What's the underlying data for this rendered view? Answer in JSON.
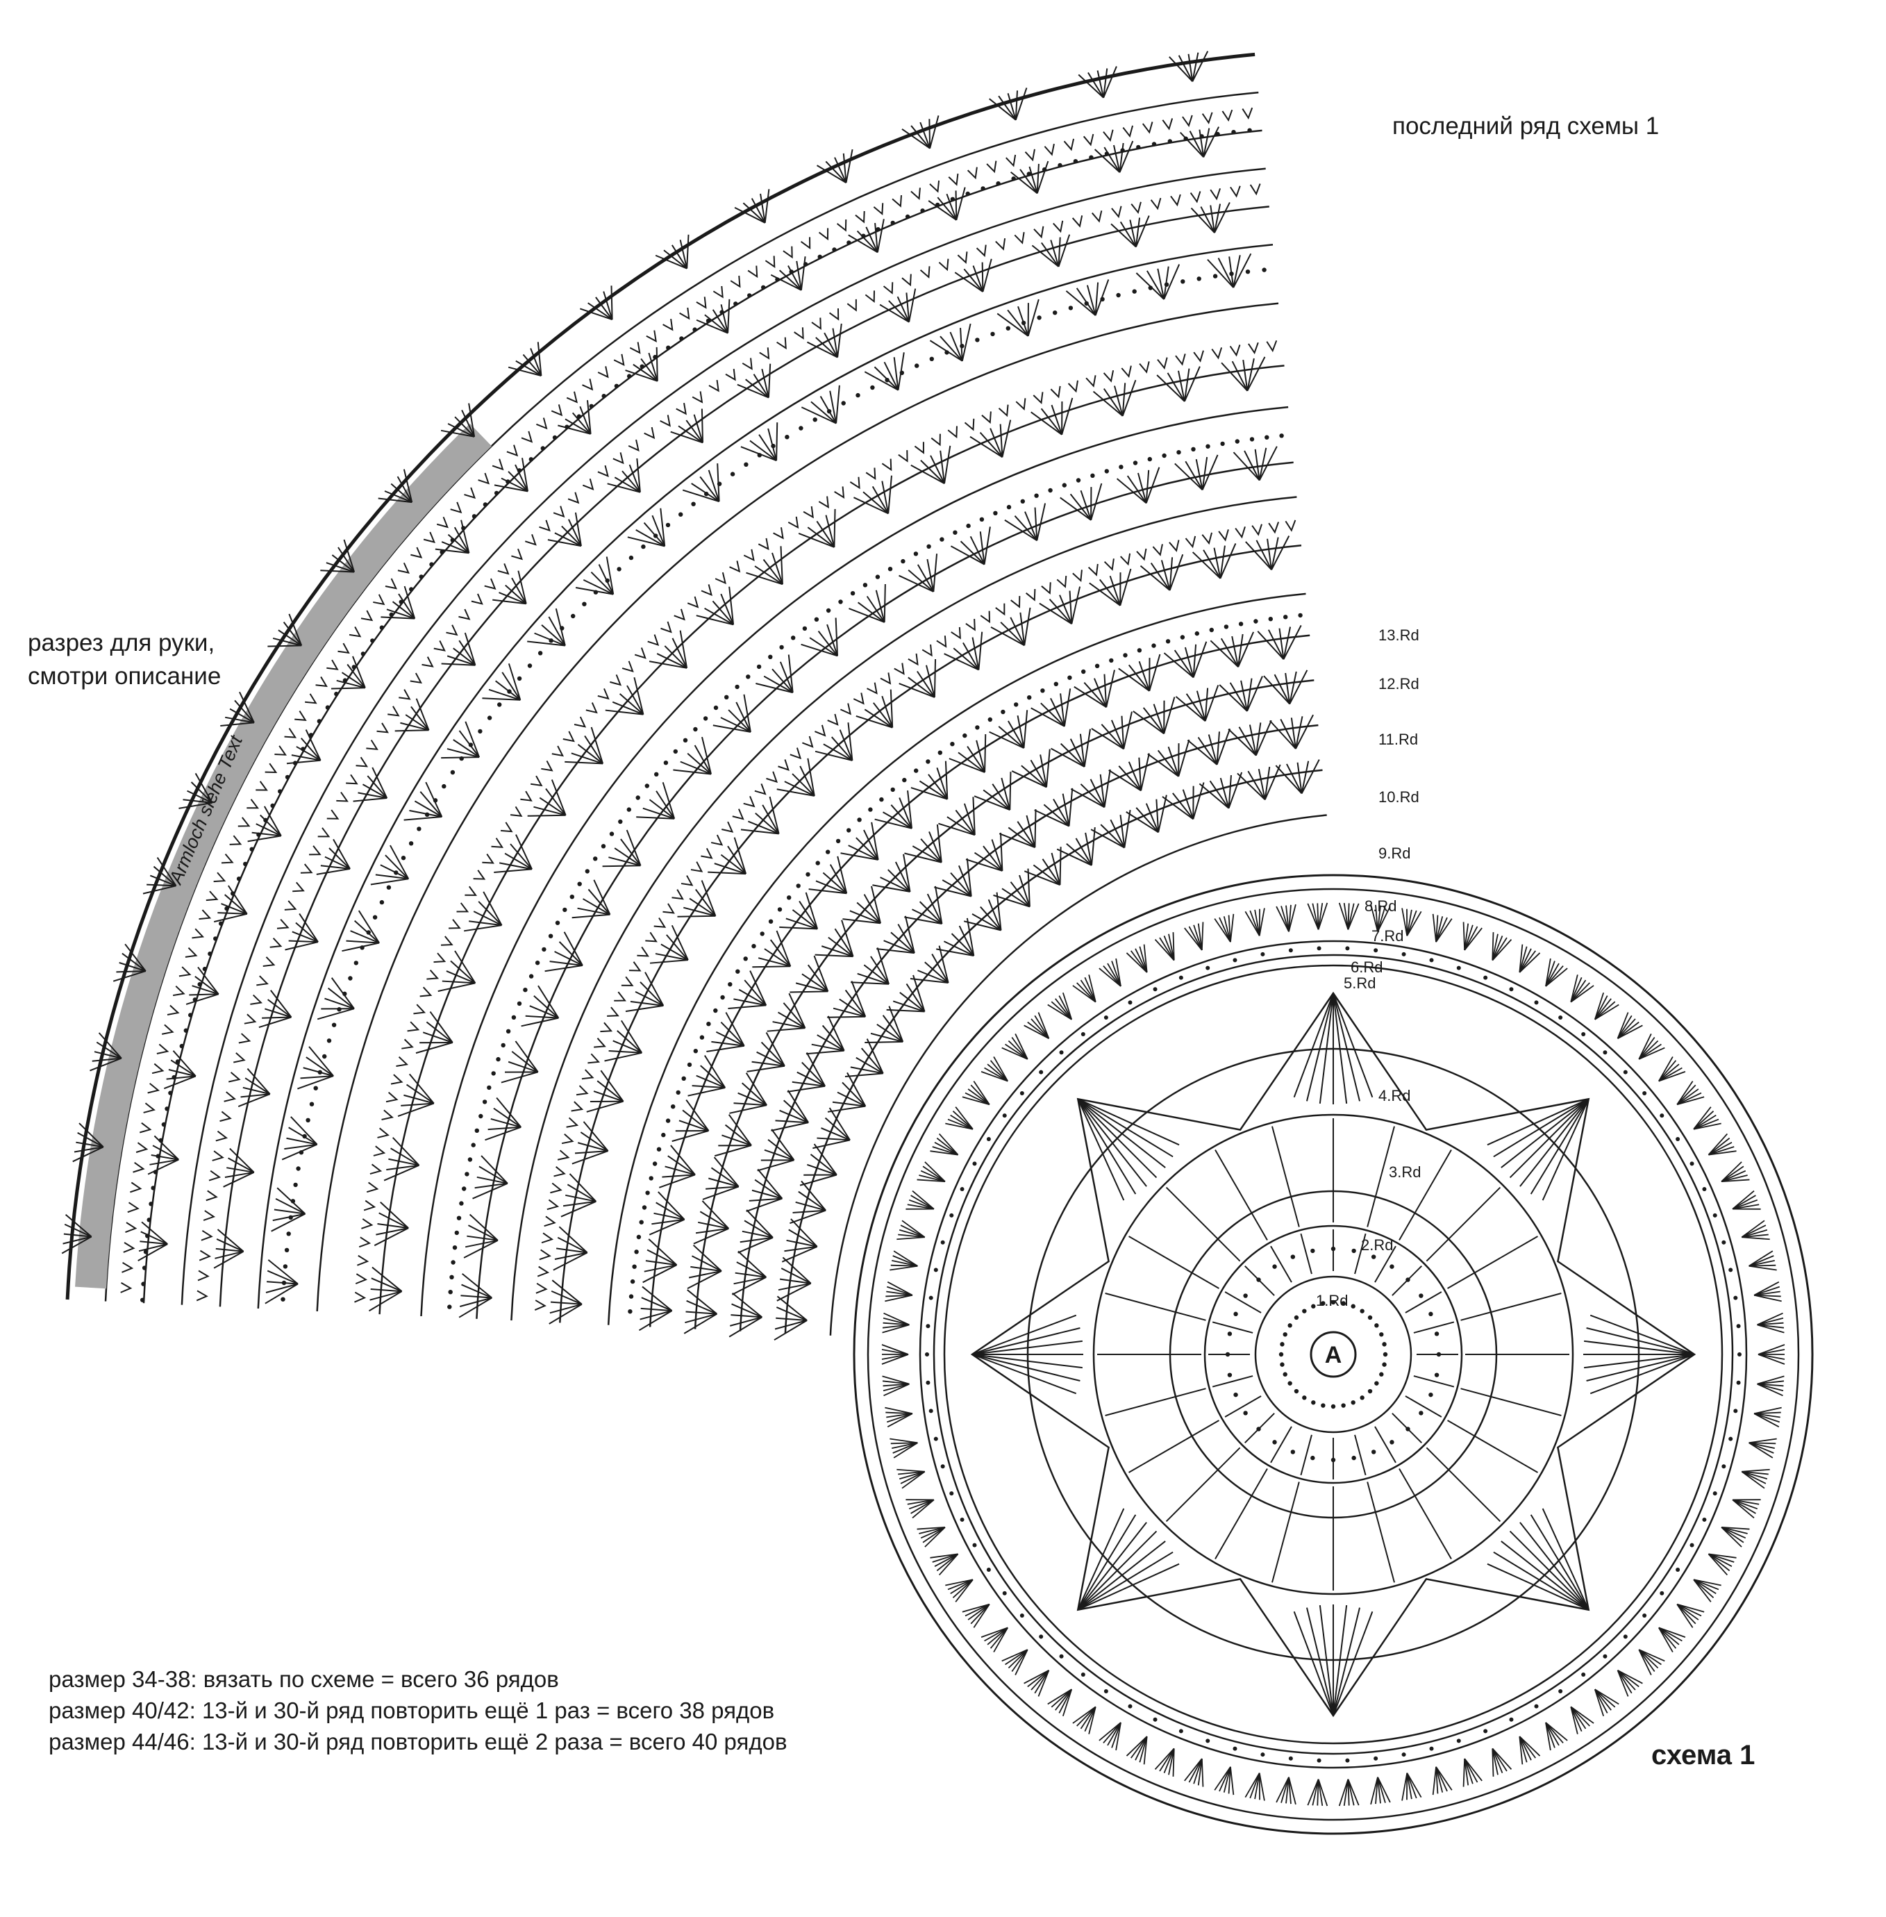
{
  "labels": {
    "last_row": "последний ряд схемы 1",
    "armhole_line1": "разрез для руки,",
    "armhole_line2": "смотри описание",
    "armhole_band": "Armloch siehe Text",
    "scheme_title": "схема 1",
    "center_mark": "A"
  },
  "size_notes": [
    "размер 34-38: вязать по схеме = всего 36 рядов",
    "размер 40/42: 13-й и 30-й ряд повторить ещё 1 раз = всего 38 рядов",
    "размер 44/46: 13-й и 30-й ряд повторить ещё 2 раза = всего 40 рядов"
  ],
  "row_labels": [
    "1.Rd",
    "2.Rd",
    "3.Rd",
    "4.Rd",
    "5.Rd",
    "6.Rd",
    "7.Rd",
    "8.Rd",
    "9.Rd",
    "10.Rd",
    "11.Rd",
    "12.Rd",
    "13.Rd"
  ],
  "colors": {
    "ink": "#1a1a1a",
    "armhole_band": "#a6a6a6",
    "background": "#ffffff"
  }
}
